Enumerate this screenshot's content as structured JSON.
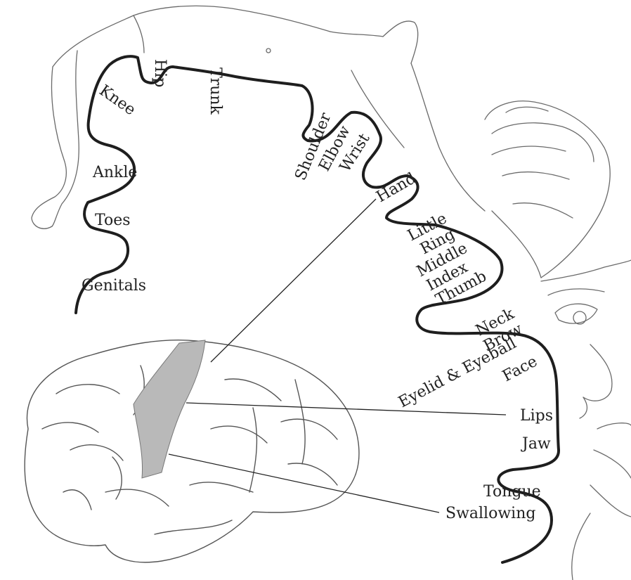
{
  "labels": {
    "hip": "Hip",
    "trunk": "Trunk",
    "knee": "Knee",
    "shoulder": "Shoulder",
    "elbow": "Elbow",
    "wrist": "Wrist",
    "hand": "Hand",
    "ankle": "Ankle",
    "toes": "Toes",
    "genitals": "Genitals",
    "little": "Little",
    "ring": "Ring",
    "middle": "Middle",
    "index": "Index",
    "thumb": "Thumb",
    "neck": "Neck",
    "brow": "Brow",
    "eyelid_eyeball": "Eyelid & Eyeball",
    "face": "Face",
    "lips": "Lips",
    "jaw": "Jaw",
    "tongue": "Tongue",
    "swallowing": "Swallowing"
  },
  "colors": {
    "ink": "#222222",
    "sketch": "#6a6a6a",
    "motor_strip": "#b9b9b9"
  }
}
